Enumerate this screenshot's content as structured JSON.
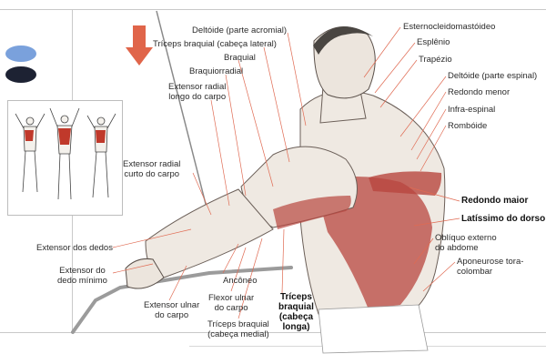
{
  "colors": {
    "dot_blue": "#7aa1dc",
    "dot_dark": "#1d2233",
    "arrow": "#e0654a",
    "leader": "#e06a52",
    "muscle_red": "#b8463f",
    "thumb_red": "#c0392b"
  },
  "icons": {
    "direction_arrow": "down-arrow-icon"
  },
  "labels": {
    "deltoide_acromial": "Deltóide (parte acromial)",
    "triceps_lateral": "Tríceps braquial (cabeça lateral)",
    "braquial": "Braquial",
    "braquiorradial": "Braquiorradial",
    "ext_radial_longo": "Extensor radial\nlongo do carpo",
    "ext_radial_curto": "Extensor radial\ncurto do carpo",
    "extensor_dedos": "Extensor dos dedos",
    "extensor_minimo": "Extensor do\ndedo mínimo",
    "extensor_ulnar": "Extensor ulnar\ndo carpo",
    "anconeo": "Ancôneo",
    "flexor_ulnar": "Flexor ulnar\ndo carpo",
    "triceps_medial": "Tríceps braquial\n(cabeça medial)",
    "triceps_longa": "Tríceps\nbraquial\n(cabeça\nlonga)",
    "esterno": "Esternocleidomastóideo",
    "esplenio": "Esplênio",
    "trapezio": "Trapézio",
    "deltoide_espinal": "Deltóide (parte espinal)",
    "redondo_menor": "Redondo menor",
    "infra_espinal": "Infra-espinal",
    "romboide": "Rombóide",
    "redondo_maior": "Redondo maior",
    "latissimo": "Latíssimo do dorso",
    "obliquo": "Oblíquo externo\ndo abdome",
    "aponeurose": "Aponeurose tora-\ncolombar"
  }
}
